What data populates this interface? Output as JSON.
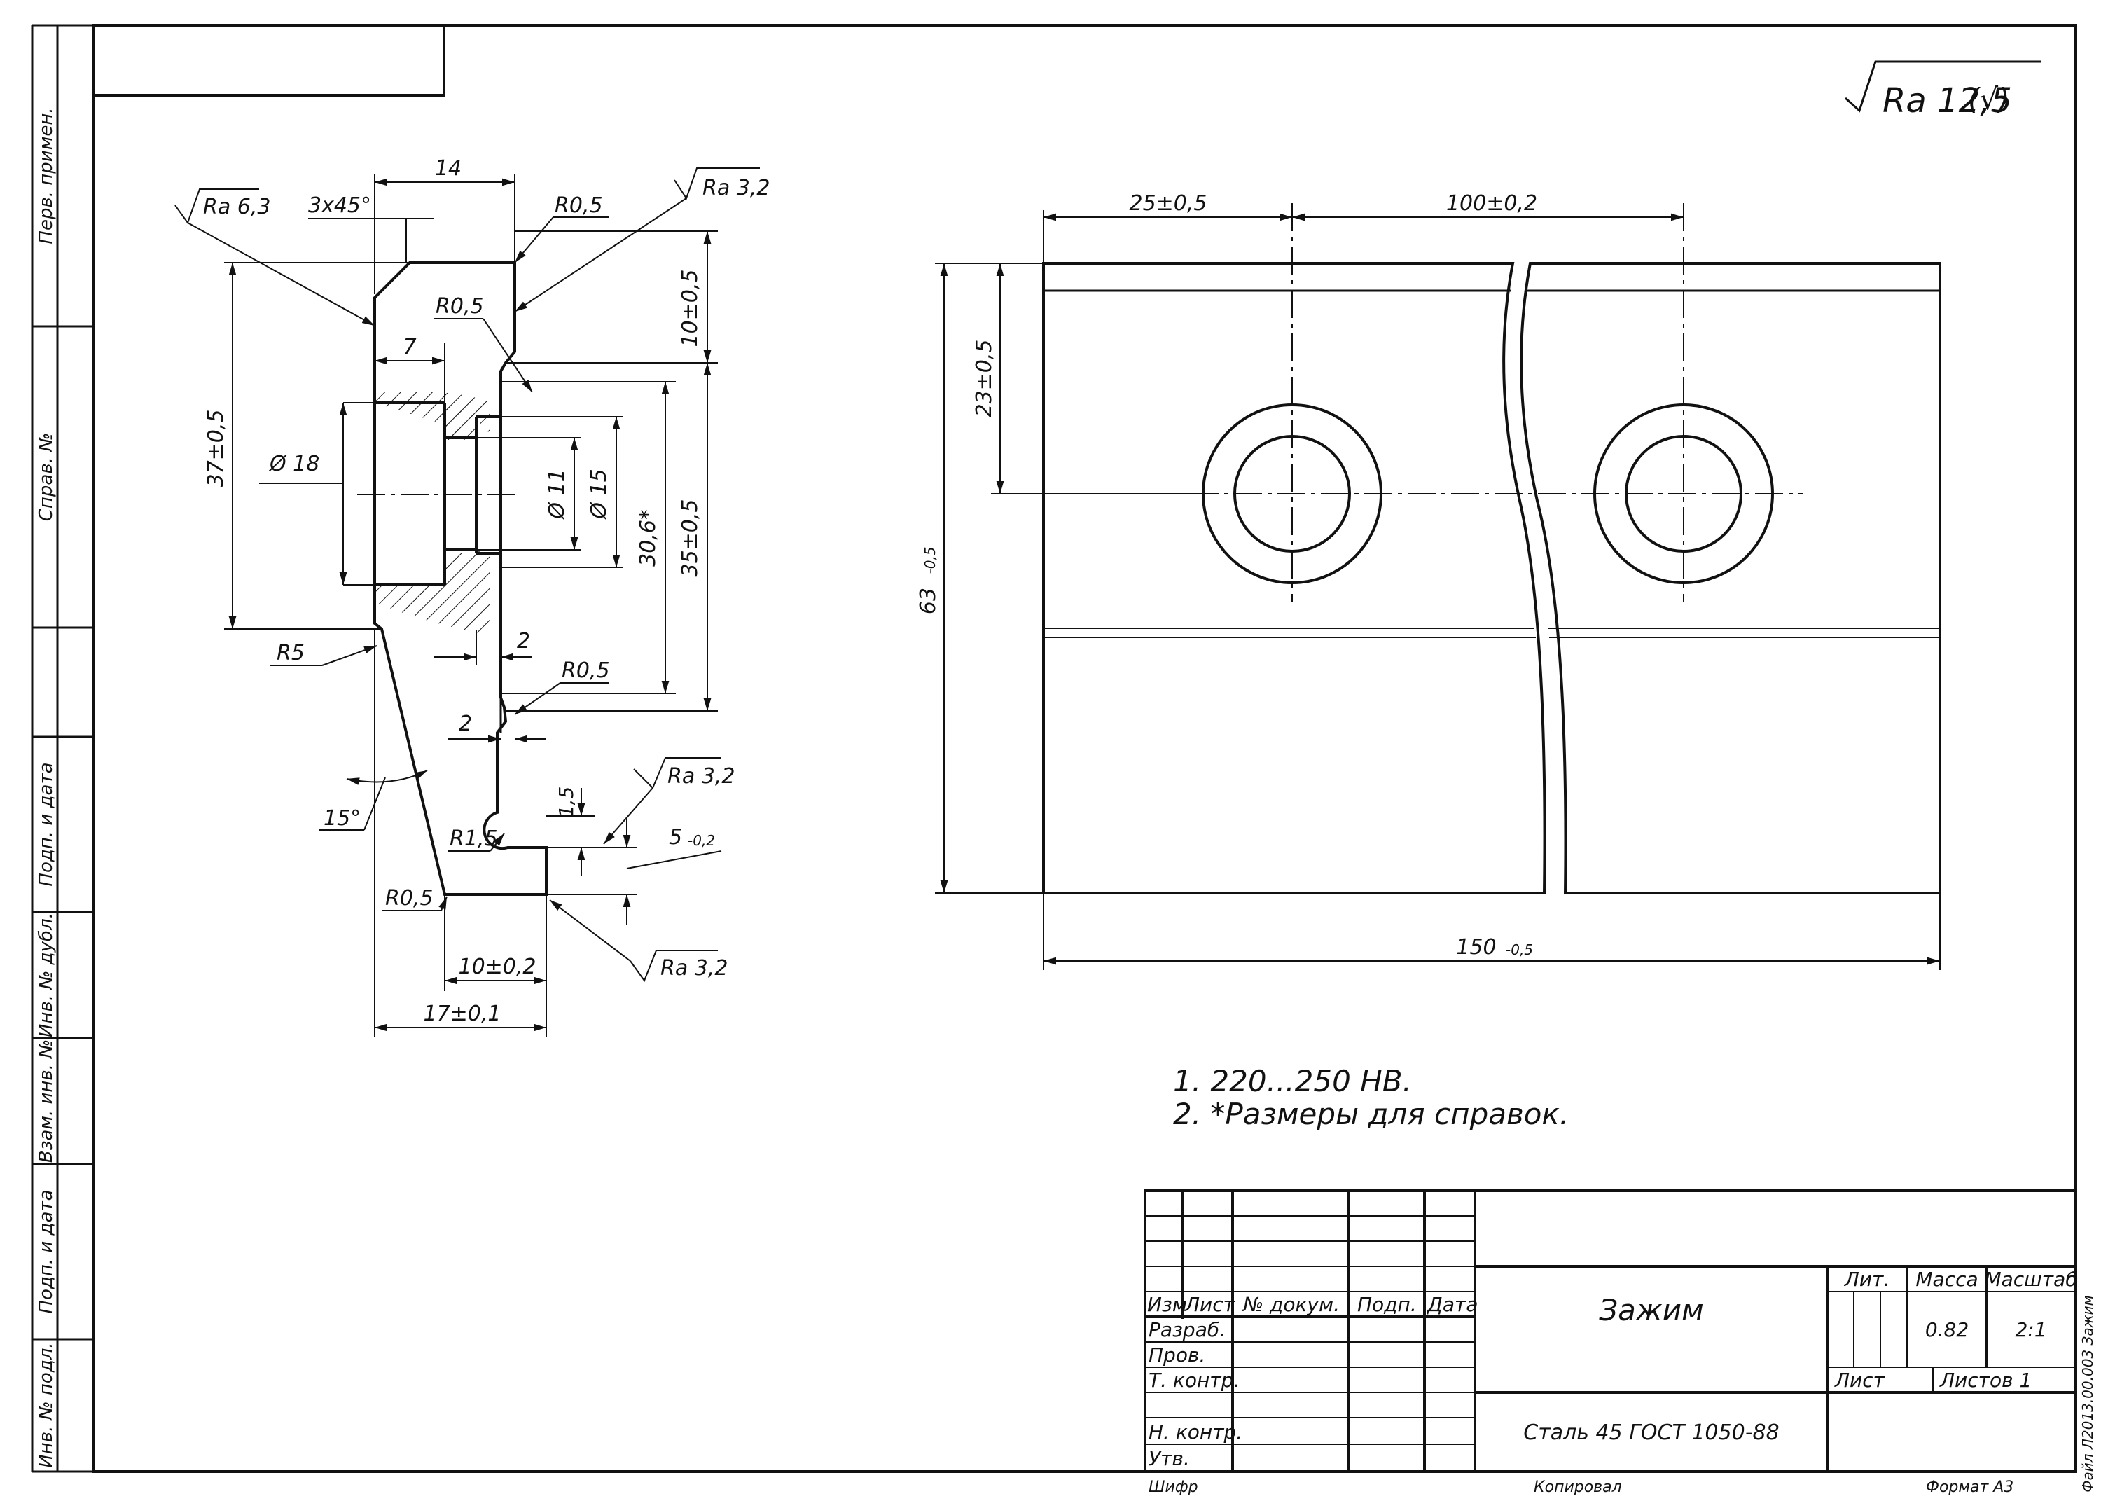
{
  "drawing": {
    "roughness_default": "Ra 12,5",
    "roughness_default_suffix": "(√)",
    "side_stamp": [
      "Перв. примен.",
      "Справ. №",
      "Подп. и дата",
      "Инв. № дубл.",
      "Взам. инв. №",
      "Подп. и дата",
      "Инв. № подл."
    ],
    "section_view": {
      "dims": [
        "14",
        "3x45°",
        "R0,5",
        "R0,5",
        "7",
        "Ø 18",
        "Ø 11",
        "Ø 15",
        "37±0,5",
        "10±0,5",
        "35±0,5",
        "30,6*",
        "R5",
        "2",
        "R0,5",
        "2",
        "15°",
        "R1,5",
        "1,5",
        "5",
        "-0,2",
        "R0,5",
        "10±0,2",
        "17±0,1"
      ],
      "roughness": [
        "Ra 6,3",
        "Ra 3,2",
        "Ra 3,2",
        "Ra 3,2"
      ]
    },
    "front_view": {
      "dims": [
        "25±0,5",
        "100±0,2",
        "23±0,5",
        "63",
        "-0,5",
        "150",
        "-0,5"
      ]
    },
    "notes": [
      "1.  220...250 HB.",
      "2.  *Размеры для справок."
    ],
    "title_block": {
      "name": "Зажим",
      "material": "Сталь 45 ГОСТ 1050-88",
      "headers": [
        "Изм",
        "Лист",
        "№ докум.",
        "Подп.",
        "Дата"
      ],
      "roles": [
        "Разраб.",
        "Пров.",
        "Т. контр.",
        "Н. контр.",
        "Утв."
      ],
      "lit_label": "Лит.",
      "mass_label": "Масса",
      "scale_label": "Масштаб",
      "mass": "0.82",
      "scale": "2:1",
      "sheet_label": "Лист",
      "sheets_label": "Листов 1"
    },
    "file_label": "Файл Л2013.00.003 Зажим",
    "footer": {
      "cipher": "Шифр",
      "copied": "Копировал",
      "format": "Формат А3"
    }
  }
}
